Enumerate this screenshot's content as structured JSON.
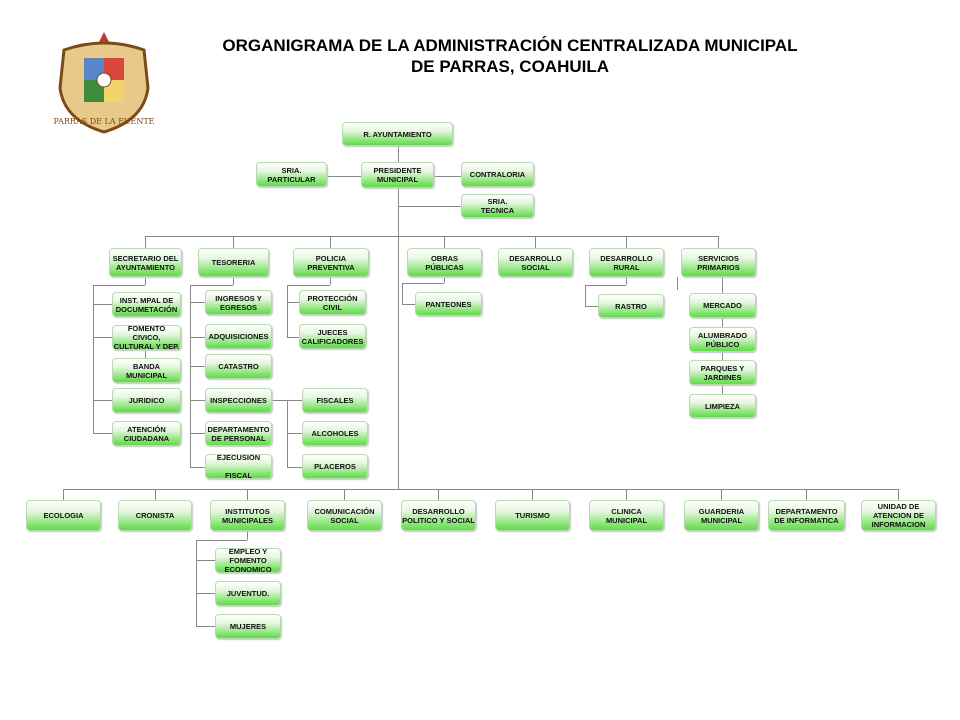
{
  "title": {
    "line1": "ORGANIGRAMA DE LA ADMINISTRACIÓN CENTRALIZADA MUNICIPAL",
    "line2": "DE PARRAS, COAHUILA"
  },
  "logo": {
    "text": "PARRAS DE LA FUENTE"
  },
  "top": {
    "ayuntamiento": "R. AYUNTAMIENTO",
    "particular": "SRIA.\nPARTICULAR",
    "presidente": "PRESIDENTE\nMUNICIPAL",
    "contraloria": "CONTRALORIA",
    "tecnica": "SRIA.\nTECNICA"
  },
  "row1": [
    "SECRETARIO DEL\nAYUNTAMIENTO",
    "TESORERIA",
    "POLICIA\nPREVENTIVA",
    "OBRAS\nPÚBLICAS",
    "DESARROLLO\nSOCIAL",
    "DESARROLLO\nRURAL",
    "SERVICIOS\nPRIMARIOS"
  ],
  "secretario": [
    "INST. MPAL DE\nDOCUMETACIÓN",
    "FOMENTO CIVICO,\nCULTURAL Y DEP.",
    "BANDA MUNICIPAL",
    "JURIDICO",
    "ATENCIÓN\nCIUDADANA"
  ],
  "tesoreria": [
    "INGRESOS Y\nEGRESOS",
    "ADQUISICIONES",
    "CATASTRO",
    "INSPECCIONES",
    "DEPARTAMENTO\nDE  PERSONAL",
    "EJECUSION\n\nFISCAL"
  ],
  "inspecciones": [
    "FISCALES",
    "ALCOHOLES",
    "PLACEROS"
  ],
  "policia": [
    "PROTECCIÓN\nCIVIL",
    "JUECES\nCALIFICADORES"
  ],
  "obras": [
    "PANTEONES"
  ],
  "rural": [
    "RASTRO"
  ],
  "servicios": [
    "MERCADO",
    "ALUMBRADO\nPÚBLICO",
    "PARQUES Y\nJARDINES",
    "LIMPIEZA"
  ],
  "bottom": [
    "ECOLOGIA",
    "CRONISTA",
    "INSTITUTOS\nMUNICIPALES",
    "COMUNICACIÓN\nSOCIAL",
    "DESARROLLO\nPOLITICO Y SOCIAL",
    "TURISMO",
    "CLINICA\nMUNICIPAL",
    "GUARDERIA\nMUNICIPAL",
    "DEPARTAMENTO\nDE INFORMATICA",
    "UNIDAD DE\nATENCION  DE\nINFORMACION"
  ],
  "institutos": [
    "EMPLEO Y\nFOMENTO\nECONOMICO",
    "JUVENTUD.",
    "MUJERES"
  ]
}
